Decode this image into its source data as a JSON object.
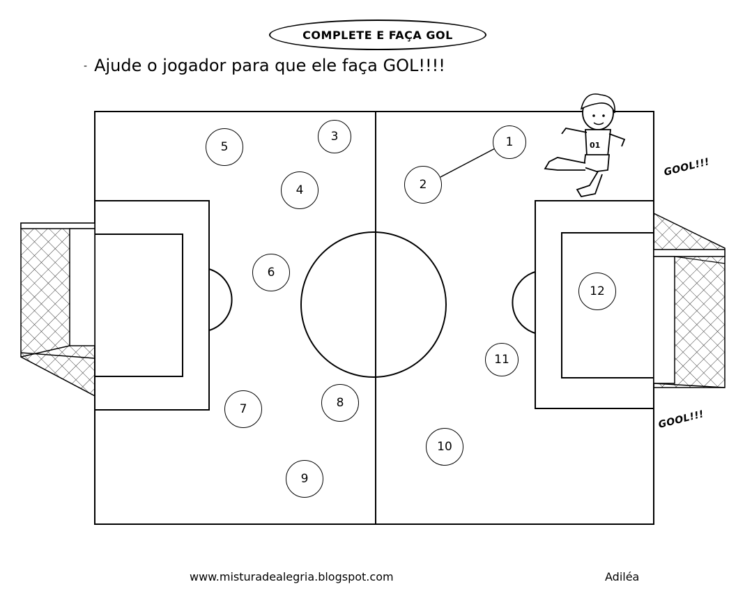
{
  "title": "COMPLETE E FAÇA GOL",
  "instruction": "Ajude o jogador para que ele faça GOL!!!!",
  "instruction_dash": "-",
  "nodes": [
    {
      "label": "1"
    },
    {
      "label": "2"
    },
    {
      "label": "3"
    },
    {
      "label": "4"
    },
    {
      "label": "5"
    },
    {
      "label": "6"
    },
    {
      "label": "7"
    },
    {
      "label": "8"
    },
    {
      "label": "9"
    },
    {
      "label": "10"
    },
    {
      "label": "11"
    },
    {
      "label": "12"
    }
  ],
  "gool_top": "GOOL!!!",
  "gool_bottom": "GOOL!!!",
  "shirt_text": "01",
  "footer_url": "www.misturadealegria.blogspot.com",
  "author": "Adiléa"
}
